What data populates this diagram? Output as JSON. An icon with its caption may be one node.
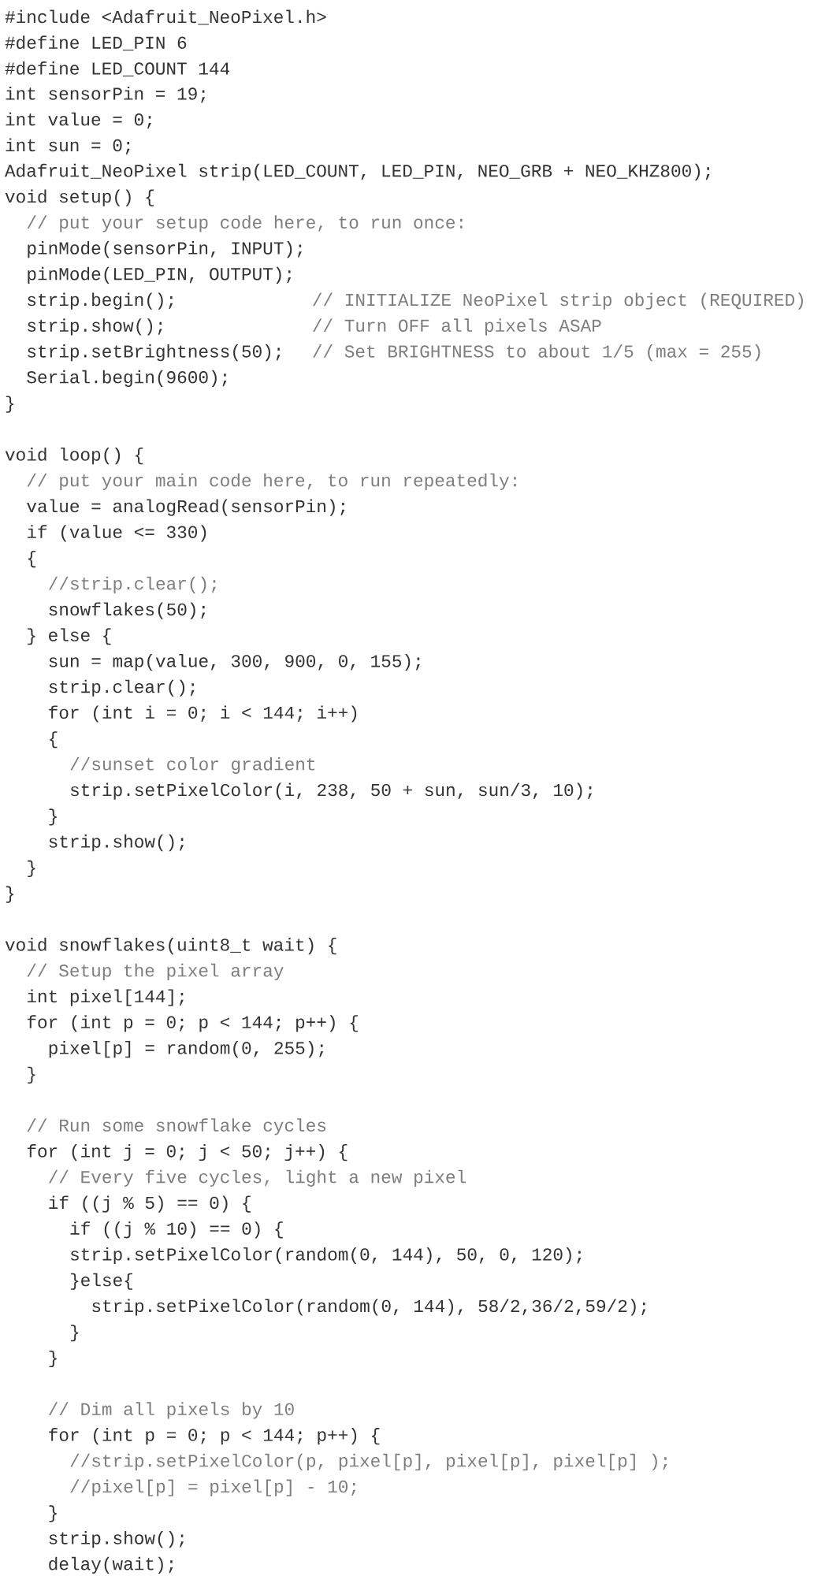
{
  "diagram": {
    "labels": [
      "#include <Adafruit_NeoPixel.h>",
      "#define LED_PIN 6",
      "#define LED_COUNT 144",
      "int sensorPin = 19;",
      "int value = 0;",
      "int sun = 0;",
      "Adafruit_NeoPixel strip(LED_COUNT, LED_PIN, NEO_GRB + NEO_KHZ800);",
      "void setup() {",
      "// put your setup code here, to run once:",
      "pinMode(sensorPin, INPUT);",
      "pinMode(LED_PIN, OUTPUT);",
      "strip.begin();",
      "// INITIALIZE NeoPixel strip object (REQUIRED)",
      "strip.show();",
      "// Turn OFF all pixels ASAP",
      "strip.setBrightness(50);",
      "// Set BRIGHTNESS to about 1/5 (max = 255)",
      "Serial.begin(9600);",
      "}",
      "void loop() {",
      "// put your main code here, to run repeatedly:",
      "value = analogRead(sensorPin);",
      "if (value <= 330)",
      "{",
      "//strip.clear();",
      "snowflakes(50);",
      "} else {",
      "sun = map(value, 300, 900, 0, 155);",
      "strip.clear();",
      "for (int i = 0; i < 144; i++)",
      "{",
      "//sunset color gradient",
      "strip.setPixelColor(i, 238, 50 + sun, sun/3, 10);",
      "}",
      "strip.show();",
      "}",
      "}",
      "void snowflakes(uint8_t wait) {",
      "// Setup the pixel array",
      "int pixel[144];",
      "for (int p = 0; p < 144; p++) {",
      "pixel[p] = random(0, 255);",
      "}",
      "// Run some snowflake cycles",
      "for (int j = 0; j < 50; j++) {",
      "// Every five cycles, light a new pixel",
      "if ((j % 5) == 0) {",
      "if ((j % 10) == 0) {",
      "strip.setPixelColor(random(0, 144), 50, 0, 120);",
      "}else{",
      "strip.setPixelColor(random(0, 144), 58/2,36/2,59/2);",
      "}",
      "}",
      "// Dim all pixels by 10",
      "for (int p = 0; p < 144; p++) {",
      "//strip.setPixelColor(p, pixel[p], pixel[p], pixel[p] );",
      "//pixel[p] =  pixel[p] - 10;",
      "}",
      "strip.show();",
      "delay(wait);"
    ]
  }
}
